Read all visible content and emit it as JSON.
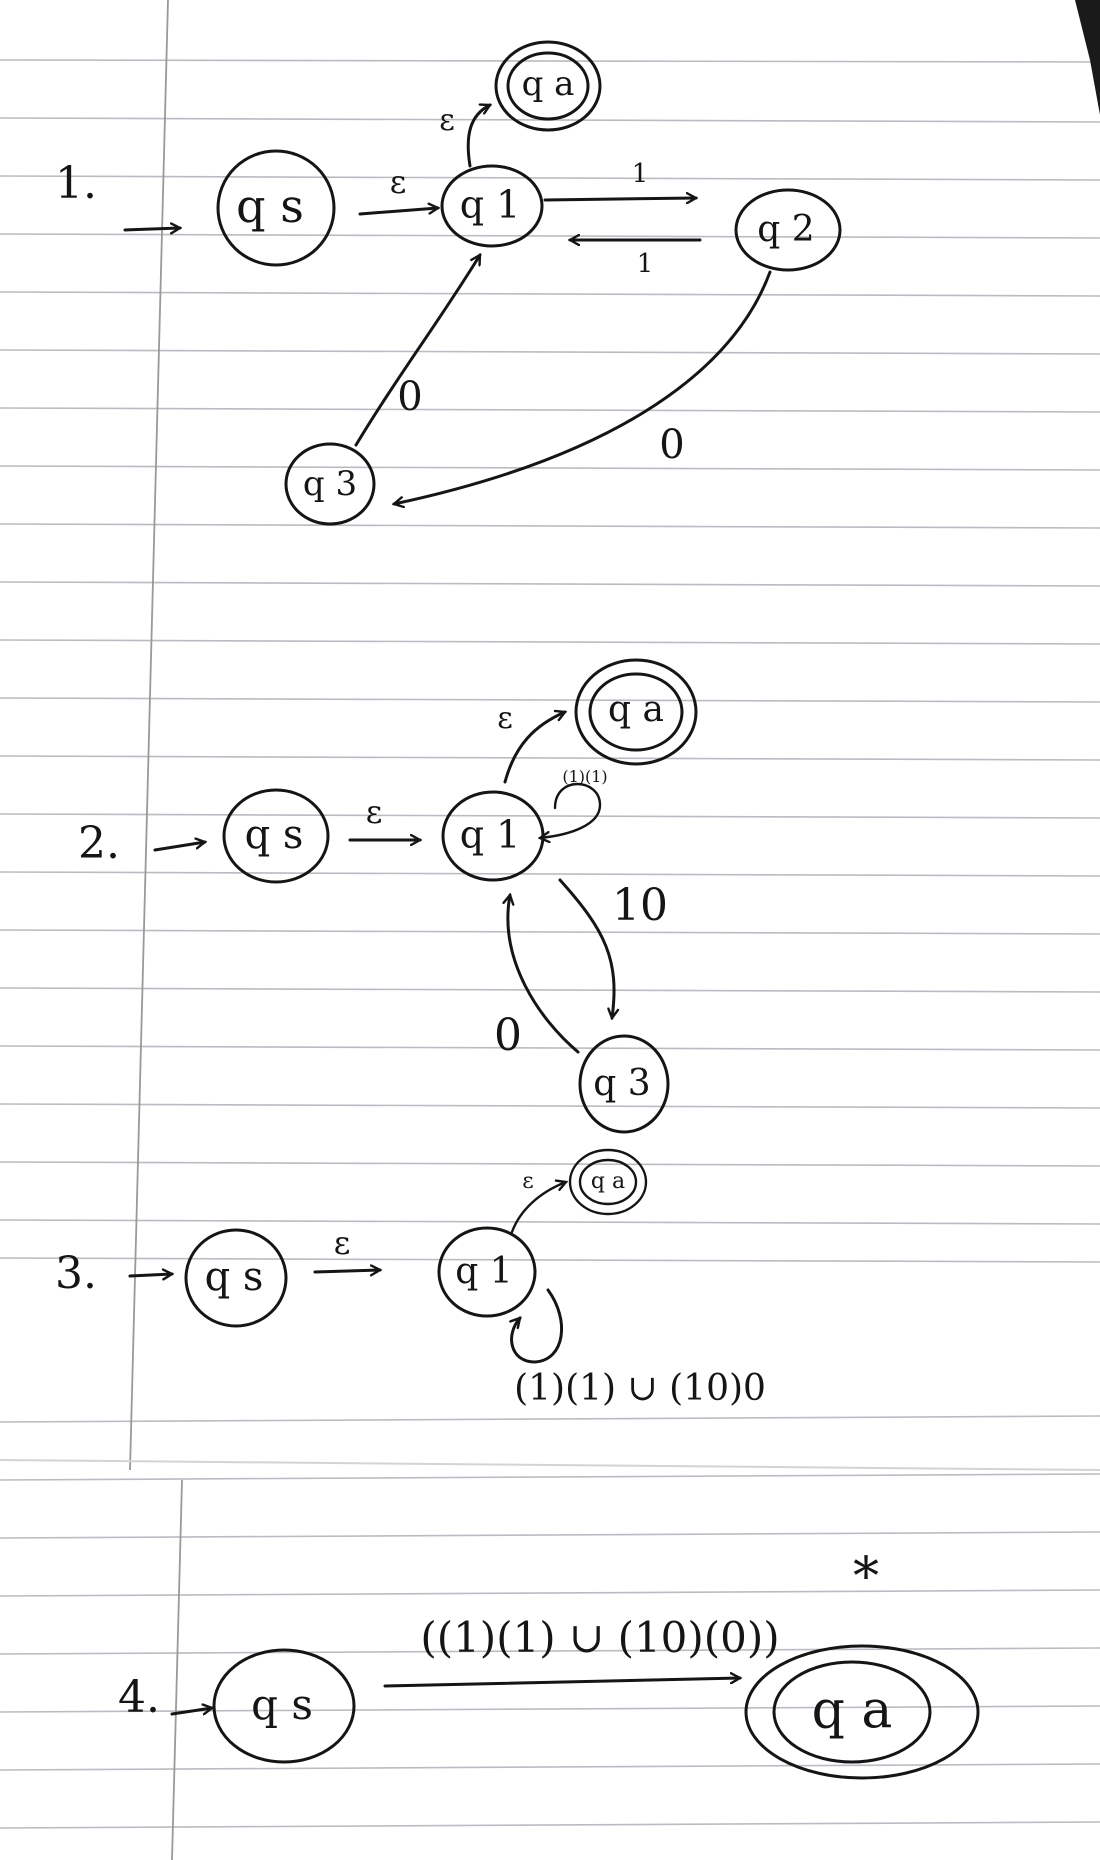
{
  "step1": {
    "number": "1.",
    "states": {
      "qs": "q s",
      "q1": "q 1",
      "q2": "q 2",
      "q3": "q 3",
      "qa": "q a"
    },
    "labels": {
      "qs_q1": "ε",
      "q1_qa": "ε",
      "q1_q2": "1",
      "q2_q1": "1",
      "q3_q1": "0",
      "q2_q3": "0"
    }
  },
  "step2": {
    "number": "2.",
    "states": {
      "qs": "q s",
      "q1": "q 1",
      "q3": "q 3",
      "qa": "q a"
    },
    "labels": {
      "qs_q1": "ε",
      "q1_qa": "ε",
      "loop": "(1)(1)",
      "q1_q3": "10",
      "q3_q1": "0"
    }
  },
  "step3": {
    "number": "3.",
    "states": {
      "qs": "q s",
      "q1": "q 1",
      "qa": "q a"
    },
    "labels": {
      "qs_q1": "ε",
      "q1_qa": "ε",
      "loop": "(1)(1) ∪ (10)0"
    }
  },
  "step4": {
    "number": "4.",
    "states": {
      "qs": "q s",
      "qa": "q a"
    },
    "labels": {
      "qs_qa": "((1)(1) ∪ (10)(0))",
      "star": "*"
    }
  }
}
